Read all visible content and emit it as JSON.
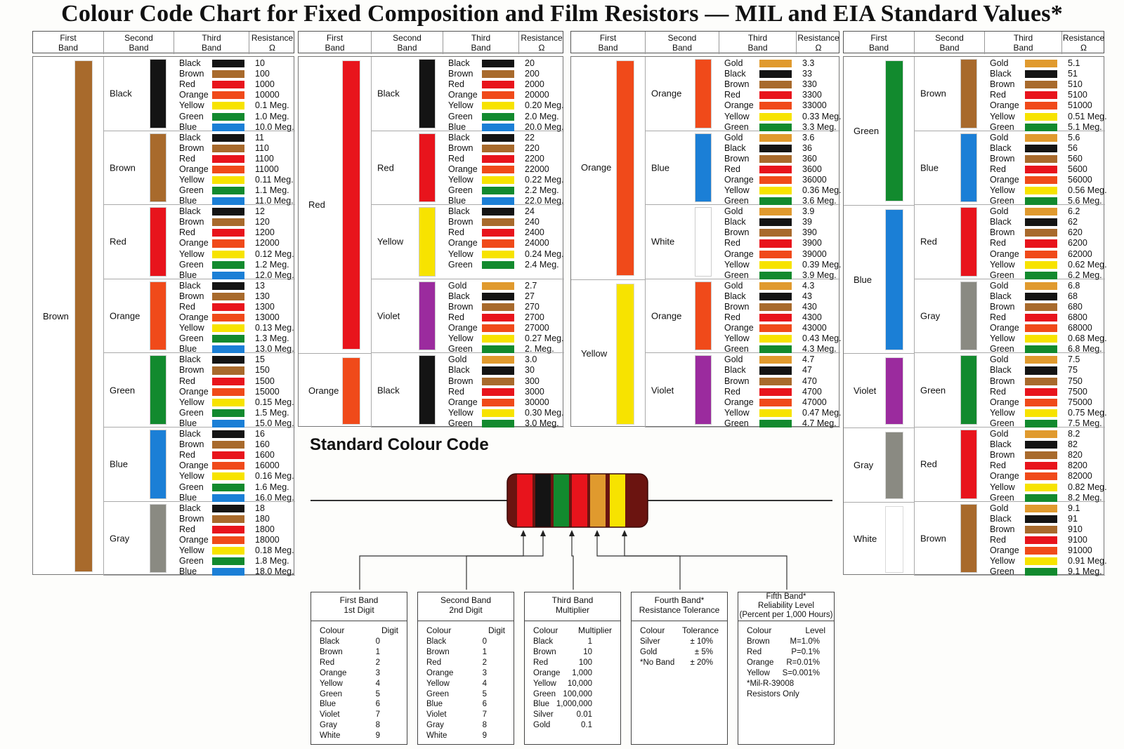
{
  "title": "Colour Code Chart for Fixed Composition and Film Resistors — MIL and EIA Standard Values*",
  "colors": {
    "Black": "#141414",
    "Brown": "#a86a2c",
    "Red": "#e8141c",
    "Orange": "#f04a1a",
    "Yellow": "#f7e300",
    "Green": "#128a2e",
    "Blue": "#1b7fd6",
    "Violet": "#9b2b9e",
    "Gray": "#8a8a82",
    "White": "#ffffff",
    "Gold": "#e09a2e",
    "Silver": "#c0c0c0"
  },
  "headers": [
    "First Band",
    "Second Band",
    "Third Band",
    "Resistance Ω"
  ],
  "groups": [
    {
      "first_sections": [
        {
          "label": "Brown",
          "color": "Brown",
          "start": 0,
          "end": 7
        }
      ],
      "subs": [
        {
          "second": "Black",
          "rows": [
            [
              "Black",
              "10"
            ],
            [
              "Brown",
              "100"
            ],
            [
              "Red",
              "1000"
            ],
            [
              "Orange",
              "10000"
            ],
            [
              "Yellow",
              "0.1 Meg."
            ],
            [
              "Green",
              "1.0 Meg."
            ],
            [
              "Blue",
              "10.0 Meg."
            ]
          ]
        },
        {
          "second": "Brown",
          "rows": [
            [
              "Black",
              "11"
            ],
            [
              "Brown",
              "110"
            ],
            [
              "Red",
              "1100"
            ],
            [
              "Orange",
              "11000"
            ],
            [
              "Yellow",
              "0.11 Meg."
            ],
            [
              "Green",
              "1.1 Meg."
            ],
            [
              "Blue",
              "11.0 Meg."
            ]
          ]
        },
        {
          "second": "Red",
          "rows": [
            [
              "Black",
              "12"
            ],
            [
              "Brown",
              "120"
            ],
            [
              "Red",
              "1200"
            ],
            [
              "Orange",
              "12000"
            ],
            [
              "Yellow",
              "0.12 Meg."
            ],
            [
              "Green",
              "1.2 Meg."
            ],
            [
              "Blue",
              "12.0 Meg."
            ]
          ]
        },
        {
          "second": "Orange",
          "rows": [
            [
              "Black",
              "13"
            ],
            [
              "Brown",
              "130"
            ],
            [
              "Red",
              "1300"
            ],
            [
              "Orange",
              "13000"
            ],
            [
              "Yellow",
              "0.13 Meg."
            ],
            [
              "Green",
              "1.3 Meg."
            ],
            [
              "Blue",
              "13.0 Meg."
            ]
          ]
        },
        {
          "second": "Green",
          "rows": [
            [
              "Black",
              "15"
            ],
            [
              "Brown",
              "150"
            ],
            [
              "Red",
              "1500"
            ],
            [
              "Orange",
              "15000"
            ],
            [
              "Yellow",
              "0.15 Meg."
            ],
            [
              "Green",
              "1.5 Meg."
            ],
            [
              "Blue",
              "15.0 Meg."
            ]
          ]
        },
        {
          "second": "Blue",
          "rows": [
            [
              "Black",
              "16"
            ],
            [
              "Brown",
              "160"
            ],
            [
              "Red",
              "1600"
            ],
            [
              "Orange",
              "16000"
            ],
            [
              "Yellow",
              "0.16 Meg."
            ],
            [
              "Green",
              "1.6 Meg."
            ],
            [
              "Blue",
              "16.0 Meg."
            ]
          ]
        },
        {
          "second": "Gray",
          "rows": [
            [
              "Black",
              "18"
            ],
            [
              "Brown",
              "180"
            ],
            [
              "Red",
              "1800"
            ],
            [
              "Orange",
              "18000"
            ],
            [
              "Yellow",
              "0.18 Meg."
            ],
            [
              "Green",
              "1.8 Meg."
            ],
            [
              "Blue",
              "18.0 Meg."
            ]
          ]
        }
      ]
    },
    {
      "first_sections": [
        {
          "label": "Red",
          "color": "Red",
          "start": 0,
          "end": 4
        },
        {
          "label": "Orange",
          "color": "Orange",
          "start": 4,
          "end": 5
        }
      ],
      "subs": [
        {
          "second": "Black",
          "rows": [
            [
              "Black",
              "20"
            ],
            [
              "Brown",
              "200"
            ],
            [
              "Red",
              "2000"
            ],
            [
              "Orange",
              "20000"
            ],
            [
              "Yellow",
              "0.20 Meg."
            ],
            [
              "Green",
              "2.0 Meg."
            ],
            [
              "Blue",
              "20.0 Meg."
            ]
          ]
        },
        {
          "second": "Red",
          "rows": [
            [
              "Black",
              "22"
            ],
            [
              "Brown",
              "220"
            ],
            [
              "Red",
              "2200"
            ],
            [
              "Orange",
              "22000"
            ],
            [
              "Yellow",
              "0.22 Meg."
            ],
            [
              "Green",
              "2.2 Meg."
            ],
            [
              "Blue",
              "22.0 Meg."
            ]
          ]
        },
        {
          "second": "Yellow",
          "rows": [
            [
              "Black",
              "24"
            ],
            [
              "Brown",
              "240"
            ],
            [
              "Red",
              "2400"
            ],
            [
              "Orange",
              "24000"
            ],
            [
              "Yellow",
              "0.24 Meg."
            ],
            [
              "Green",
              "2.4 Meg."
            ]
          ]
        },
        {
          "second": "Violet",
          "rows": [
            [
              "Gold",
              "2.7"
            ],
            [
              "Black",
              "27"
            ],
            [
              "Brown",
              "270"
            ],
            [
              "Red",
              "2700"
            ],
            [
              "Orange",
              "27000"
            ],
            [
              "Yellow",
              "0.27 Meg."
            ],
            [
              "Green",
              "2. Meg."
            ]
          ]
        },
        {
          "second": "Black",
          "rows": [
            [
              "Gold",
              "3.0"
            ],
            [
              "Black",
              "30"
            ],
            [
              "Brown",
              "300"
            ],
            [
              "Red",
              "3000"
            ],
            [
              "Orange",
              "30000"
            ],
            [
              "Yellow",
              "0.30 Meg."
            ],
            [
              "Green",
              "3.0 Meg."
            ]
          ]
        }
      ]
    },
    {
      "first_sections": [
        {
          "label": "Orange",
          "color": "Orange",
          "start": 0,
          "end": 3
        },
        {
          "label": "Yellow",
          "color": "Yellow",
          "start": 3,
          "end": 5
        }
      ],
      "subs": [
        {
          "second": "Orange",
          "rows": [
            [
              "Gold",
              "3.3"
            ],
            [
              "Black",
              "33"
            ],
            [
              "Brown",
              "330"
            ],
            [
              "Red",
              "3300"
            ],
            [
              "Orange",
              "33000"
            ],
            [
              "Yellow",
              "0.33 Meg."
            ],
            [
              "Green",
              "3.3 Meg."
            ]
          ]
        },
        {
          "second": "Blue",
          "rows": [
            [
              "Gold",
              "3.6"
            ],
            [
              "Black",
              "36"
            ],
            [
              "Brown",
              "360"
            ],
            [
              "Red",
              "3600"
            ],
            [
              "Orange",
              "36000"
            ],
            [
              "Yellow",
              "0.36 Meg."
            ],
            [
              "Green",
              "3.6 Meg."
            ]
          ]
        },
        {
          "second": "White",
          "rows": [
            [
              "Gold",
              "3.9"
            ],
            [
              "Black",
              "39"
            ],
            [
              "Brown",
              "390"
            ],
            [
              "Red",
              "3900"
            ],
            [
              "Orange",
              "39000"
            ],
            [
              "Yellow",
              "0.39 Meg."
            ],
            [
              "Green",
              "3.9 Meg."
            ]
          ]
        },
        {
          "second": "Orange",
          "rows": [
            [
              "Gold",
              "4.3"
            ],
            [
              "Black",
              "43"
            ],
            [
              "Brown",
              "430"
            ],
            [
              "Red",
              "4300"
            ],
            [
              "Orange",
              "43000"
            ],
            [
              "Yellow",
              "0.43 Meg."
            ],
            [
              "Green",
              "4.3 Meg."
            ]
          ]
        },
        {
          "second": "Violet",
          "rows": [
            [
              "Gold",
              "4.7"
            ],
            [
              "Black",
              "47"
            ],
            [
              "Brown",
              "470"
            ],
            [
              "Red",
              "4700"
            ],
            [
              "Orange",
              "47000"
            ],
            [
              "Yellow",
              "0.47 Meg."
            ],
            [
              "Green",
              "4.7 Meg."
            ]
          ]
        }
      ]
    },
    {
      "first_sections": [
        {
          "label": "Green",
          "color": "Green",
          "start": 0,
          "end": 2
        },
        {
          "label": "Blue",
          "color": "Blue",
          "start": 2,
          "end": 4
        },
        {
          "label": "Violet",
          "color": "Violet",
          "start": 4,
          "end": 5
        },
        {
          "label": "Gray",
          "color": "Gray",
          "start": 5,
          "end": 6
        },
        {
          "label": "White",
          "color": "White",
          "start": 6,
          "end": 7
        }
      ],
      "subs": [
        {
          "second": "Brown",
          "rows": [
            [
              "Gold",
              "5.1"
            ],
            [
              "Black",
              "51"
            ],
            [
              "Brown",
              "510"
            ],
            [
              "Red",
              "5100"
            ],
            [
              "Orange",
              "51000"
            ],
            [
              "Yellow",
              "0.51 Meg."
            ],
            [
              "Green",
              "5.1 Meg."
            ]
          ]
        },
        {
          "second": "Blue",
          "rows": [
            [
              "Gold",
              "5.6"
            ],
            [
              "Black",
              "56"
            ],
            [
              "Brown",
              "560"
            ],
            [
              "Red",
              "5600"
            ],
            [
              "Orange",
              "56000"
            ],
            [
              "Yellow",
              "0.56 Meg."
            ],
            [
              "Green",
              "5.6 Meg."
            ]
          ]
        },
        {
          "second": "Red",
          "rows": [
            [
              "Gold",
              "6.2"
            ],
            [
              "Black",
              "62"
            ],
            [
              "Brown",
              "620"
            ],
            [
              "Red",
              "6200"
            ],
            [
              "Orange",
              "62000"
            ],
            [
              "Yellow",
              "0.62 Meg."
            ],
            [
              "Green",
              "6.2 Meg."
            ]
          ]
        },
        {
          "second": "Gray",
          "rows": [
            [
              "Gold",
              "6.8"
            ],
            [
              "Black",
              "68"
            ],
            [
              "Brown",
              "680"
            ],
            [
              "Red",
              "6800"
            ],
            [
              "Orange",
              "68000"
            ],
            [
              "Yellow",
              "0.68 Meg."
            ],
            [
              "Green",
              "6.8 Meg."
            ]
          ]
        },
        {
          "second": "Green",
          "rows": [
            [
              "Gold",
              "7.5"
            ],
            [
              "Black",
              "75"
            ],
            [
              "Brown",
              "750"
            ],
            [
              "Red",
              "7500"
            ],
            [
              "Orange",
              "75000"
            ],
            [
              "Yellow",
              "0.75 Meg."
            ],
            [
              "Green",
              "7.5 Meg."
            ]
          ]
        },
        {
          "second": "Red",
          "rows": [
            [
              "Gold",
              "8.2"
            ],
            [
              "Black",
              "82"
            ],
            [
              "Brown",
              "820"
            ],
            [
              "Red",
              "8200"
            ],
            [
              "Orange",
              "82000"
            ],
            [
              "Yellow",
              "0.82 Meg."
            ],
            [
              "Green",
              "8.2 Meg."
            ]
          ]
        },
        {
          "second": "Brown",
          "rows": [
            [
              "Gold",
              "9.1"
            ],
            [
              "Black",
              "91"
            ],
            [
              "Brown",
              "910"
            ],
            [
              "Red",
              "9100"
            ],
            [
              "Orange",
              "91000"
            ],
            [
              "Yellow",
              "0.91 Meg."
            ],
            [
              "Green",
              "9.1 Meg."
            ]
          ]
        }
      ]
    }
  ],
  "standard": {
    "title": "Standard Colour Code",
    "resistor_bands": [
      "Red",
      "Black",
      "Green",
      "Red",
      "Gold",
      "Yellow"
    ],
    "boxes": [
      {
        "title": [
          "First Band",
          "1st Digit"
        ],
        "cols": [
          "Colour",
          "Digit"
        ],
        "rows": [
          [
            "Black",
            "0"
          ],
          [
            "Brown",
            "1"
          ],
          [
            "Red",
            "2"
          ],
          [
            "Orange",
            "3"
          ],
          [
            "Yellow",
            "4"
          ],
          [
            "Green",
            "5"
          ],
          [
            "Blue",
            "6"
          ],
          [
            "Violet",
            "7"
          ],
          [
            "Gray",
            "8"
          ],
          [
            "White",
            "9"
          ]
        ],
        "notes": []
      },
      {
        "title": [
          "Second Band",
          "2nd Digit"
        ],
        "cols": [
          "Colour",
          "Digit"
        ],
        "rows": [
          [
            "Black",
            "0"
          ],
          [
            "Brown",
            "1"
          ],
          [
            "Red",
            "2"
          ],
          [
            "Orange",
            "3"
          ],
          [
            "Yellow",
            "4"
          ],
          [
            "Green",
            "5"
          ],
          [
            "Blue",
            "6"
          ],
          [
            "Violet",
            "7"
          ],
          [
            "Gray",
            "8"
          ],
          [
            "White",
            "9"
          ]
        ],
        "notes": []
      },
      {
        "title": [
          "Third Band",
          "Multiplier"
        ],
        "cols": [
          "Colour",
          "Multiplier"
        ],
        "rows": [
          [
            "Black",
            "1"
          ],
          [
            "Brown",
            "10"
          ],
          [
            "Red",
            "100"
          ],
          [
            "Orange",
            "1,000"
          ],
          [
            "Yellow",
            "10,000"
          ],
          [
            "Green",
            "100,000"
          ],
          [
            "Blue",
            "1,000,000"
          ],
          [
            "Silver",
            "0.01"
          ],
          [
            "Gold",
            "0.1"
          ]
        ],
        "notes": []
      },
      {
        "title": [
          "Fourth Band*",
          "Resistance Tolerance"
        ],
        "cols": [
          "Colour",
          "Tolerance"
        ],
        "rows": [
          [
            "Silver",
            "± 10%"
          ],
          [
            "Gold",
            "±  5%"
          ],
          [
            "*No Band",
            "± 20%"
          ]
        ],
        "notes": []
      },
      {
        "title": [
          "Fifth Band*",
          "Reliability Level",
          "(Percent per 1,000 Hours)"
        ],
        "cols": [
          "Colour",
          "Level"
        ],
        "rows": [
          [
            "Brown",
            "M=1.0%"
          ],
          [
            "Red",
            "P=0.1%"
          ],
          [
            "Orange",
            "R=0.01%"
          ],
          [
            "Yellow",
            "S=0.001%"
          ]
        ],
        "notes": [
          "*Mil-R-39008",
          "Resistors Only"
        ]
      }
    ]
  }
}
